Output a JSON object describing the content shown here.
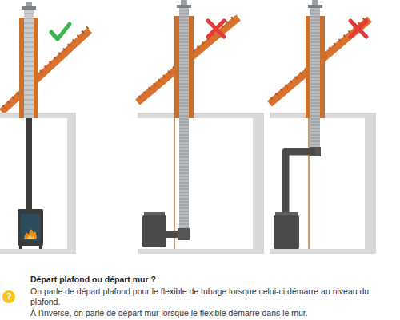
{
  "diagram": {
    "labels": [
      "?",
      "Départ plafond ou départ mur ?",
      "On parle de départ plafond pour le flexible de tubage lorsque celui-ci démarre au niveau du plafond.",
      "À l’inverse, on parle de départ mur lorsque le flexible démarre dans le mur."
    ]
  }
}
